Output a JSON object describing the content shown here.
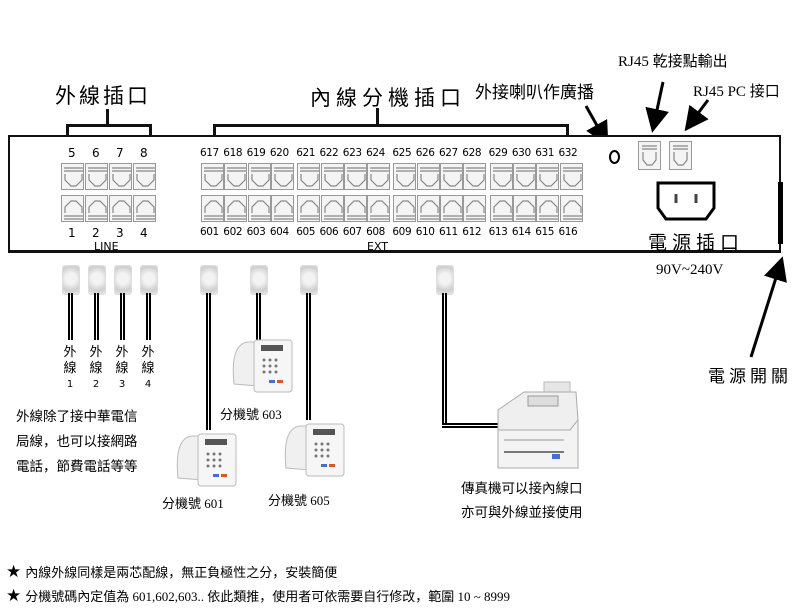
{
  "headings": {
    "line_ports": "外線插口",
    "ext_ports": "內線分機插口",
    "speaker": "外接喇叭作廣播",
    "rj45_dry": "RJ45 乾接點輸出",
    "rj45_pc": "RJ45 PC 接口",
    "power_socket": "電源插口",
    "voltage": "90V~240V",
    "power_switch": "電源開關"
  },
  "panel": {
    "line_label": "LINE",
    "ext_label": "EXT",
    "line_top": [
      "5",
      "6",
      "7",
      "8"
    ],
    "line_bottom": [
      "1",
      "2",
      "3",
      "4"
    ],
    "ext_top": [
      "617",
      "618",
      "619",
      "620",
      "621",
      "622",
      "623",
      "624",
      "625",
      "626",
      "627",
      "628",
      "629",
      "630",
      "631",
      "632"
    ],
    "ext_bottom": [
      "601",
      "602",
      "603",
      "604",
      "605",
      "606",
      "607",
      "608",
      "609",
      "610",
      "611",
      "612",
      "613",
      "614",
      "615",
      "616"
    ]
  },
  "lines": [
    {
      "char1": "外",
      "char2": "線",
      "num": "1"
    },
    {
      "char1": "外",
      "char2": "線",
      "num": "2"
    },
    {
      "char1": "外",
      "char2": "線",
      "num": "3"
    },
    {
      "char1": "外",
      "char2": "線",
      "num": "4"
    }
  ],
  "notes": {
    "line_note": [
      "外線除了接中華電信",
      "局線，也可以接網路",
      "電話，節費電話等等"
    ],
    "fax_note": [
      "傳真機可以接內線口",
      "亦可與外線並接使用"
    ]
  },
  "phones": [
    {
      "label": "分機號 603"
    },
    {
      "label": "分機號 601"
    },
    {
      "label": "分機號 605"
    }
  ],
  "footnotes": [
    "內線外線同樣是兩芯配線，無正負極性之分，安裝簡便",
    "分機號碼內定值為 601,602,603.. 依此類推，使用者可依需要自行修改，範圍 10 ~ 8999"
  ],
  "icons": {
    "star": "★"
  }
}
